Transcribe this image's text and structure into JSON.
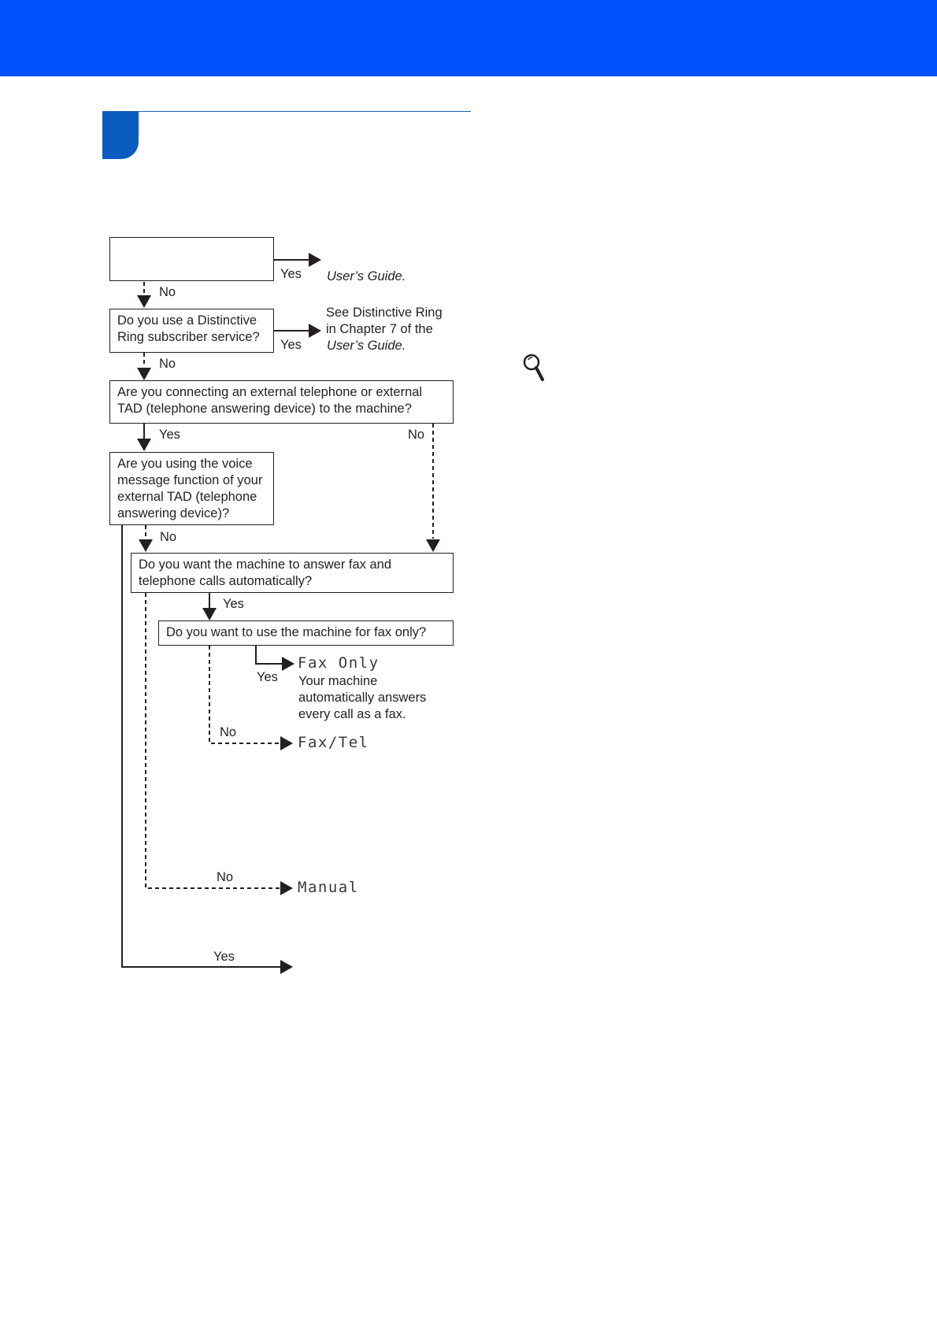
{
  "header": {
    "accent_color": "#0050ff",
    "tab_color": "#0a5cc0"
  },
  "flowchart": {
    "q1": {
      "text": "",
      "yes_label": "Yes",
      "no_label": "No",
      "yes_result": "User’s Guide."
    },
    "q2": {
      "text": "Do you use a Distinctive Ring subscriber service?",
      "yes_label": "Yes",
      "no_label": "No",
      "yes_result_line1": "See Distinctive Ring",
      "yes_result_line2": "in Chapter 7 of the",
      "yes_result_line3": "User’s Guide."
    },
    "q3": {
      "text": "Are you connecting an external telephone or external TAD (telephone answering device) to the machine?",
      "yes_label": "Yes",
      "no_label": "No"
    },
    "q4": {
      "text": "Are you using the voice message function of your external TAD (telephone answering device)?",
      "no_label": "No",
      "yes_label": "Yes"
    },
    "q5": {
      "text": "Do you want the machine to answer fax and telephone calls automatically?",
      "yes_label": "Yes",
      "no_label": "No"
    },
    "q6": {
      "text": "Do you want to use the machine for fax only?",
      "yes_label": "Yes",
      "no_label": "No"
    },
    "results": {
      "fax_only": "Fax Only",
      "fax_only_desc": "Your machine automatically answers every call as a fax.",
      "fax_tel": "Fax/Tel",
      "manual": "Manual"
    }
  },
  "icons": {
    "magnifier": "magnifier-icon"
  }
}
